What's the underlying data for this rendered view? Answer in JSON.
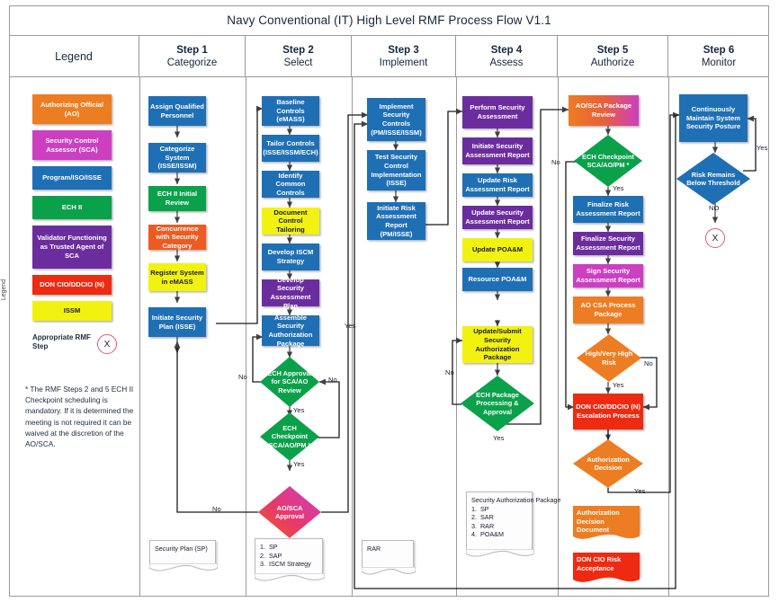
{
  "title": "Navy Conventional (IT) High Level RMF Process Flow V1.1",
  "legend_tab": "Legend",
  "columns": [
    {
      "name": "legend",
      "step": "Legend",
      "sub": ""
    },
    {
      "name": "step1",
      "step": "Step 1",
      "sub": "Categorize"
    },
    {
      "name": "step2",
      "step": "Step 2",
      "sub": "Select"
    },
    {
      "name": "step3",
      "step": "Step 3",
      "sub": "Implement"
    },
    {
      "name": "step4",
      "step": "Step 4",
      "sub": "Assess"
    },
    {
      "name": "step5",
      "step": "Step 5",
      "sub": "Authorize"
    },
    {
      "name": "step6",
      "step": "Step 6",
      "sub": "Monitor"
    }
  ],
  "legend": {
    "items": [
      {
        "label": "Authorizing Official (AO)",
        "color": "#ED7D22"
      },
      {
        "label": "Security Control Assessor (SCA)",
        "color": "#CC3FC1"
      },
      {
        "label": "Program/ISO/ISSE",
        "color": "#1F6FB5"
      },
      {
        "label": "ECH II",
        "color": "#0BA14B"
      },
      {
        "label": "Validator Functioning as Trusted Agent of SCA",
        "color": "#6B2D9E"
      },
      {
        "label": "DON CIO/DDCIO (N)",
        "color": "#EE2A11"
      },
      {
        "label": "ISSM",
        "color": "#F2F211"
      }
    ],
    "rmf_step_label": "Appropriate RMF Step",
    "rmf_step_symbol": "X",
    "note": "* The RMF Steps 2 and 5 ECH II Checkpoint scheduling is mandatory. If it is determined the meeting is not required it can be waived at the discretion of the AO/SCA."
  },
  "step1": {
    "nodes": [
      {
        "label": "Assign Qualified Personnel",
        "color": "#1F6FB5"
      },
      {
        "label": "Categorize System (ISSE/ISSM)",
        "color": "#1F6FB5"
      },
      {
        "label": "ECH II Initial Review",
        "color": "#0BA14B"
      },
      {
        "label": "Concurrence with Security Category",
        "color": "#ED5B22"
      },
      {
        "label": "Register System in eMASS",
        "color": "#F2F211"
      },
      {
        "label": "Initiate Security Plan (ISSE)",
        "color": "#1F6FB5"
      }
    ],
    "document": "Security Plan (SP)"
  },
  "step2": {
    "nodes": [
      {
        "label": "Baseline Controls (eMASS)",
        "color": "#1F6FB5"
      },
      {
        "label": "Tailor Controls (ISSE/ISSM/ECH)",
        "color": "#1F6FB5"
      },
      {
        "label": "Identify Common Controls",
        "color": "#1F6FB5"
      },
      {
        "label": "Document Control Tailoring",
        "color": "#F2F211"
      },
      {
        "label": "Develop ISCM Strategy",
        "color": "#1F6FB5"
      },
      {
        "label": "Develop Security Assessment Plan",
        "color": "#6B2D9E"
      },
      {
        "label": "Assemble Security Authorization Package",
        "color": "#1F6FB5"
      }
    ],
    "decisions": [
      {
        "label": "ECH Approval for SCA/AO Review",
        "color": "#0BA14B"
      },
      {
        "label": "ECH Checkpoint SCA/AO/PM *",
        "color": "#0BA14B"
      },
      {
        "label": "AO/SCA Approval",
        "color": "gradient-pink"
      }
    ],
    "document": "1.  SP\n2.  SAP\n3.  ISCM Strategy"
  },
  "step3": {
    "nodes": [
      {
        "label": "Implement Security Controls (PM/ISSE/ISSM)",
        "color": "#1F6FB5"
      },
      {
        "label": "Test Security Control Implementation (ISSE)",
        "color": "#1F6FB5"
      },
      {
        "label": "Initiate Risk Assessment Report (PM/ISSE)",
        "color": "#1F6FB5"
      }
    ],
    "document": "RAR"
  },
  "step4": {
    "nodes": [
      {
        "label": "Perform Security Assessment",
        "color": "#6B2D9E"
      },
      {
        "label": "Initiate Security Assessment Report",
        "color": "#6B2D9E"
      },
      {
        "label": "Update Risk Assessment Report",
        "color": "#1F6FB5"
      },
      {
        "label": "Update Security Assessment Report",
        "color": "#6B2D9E"
      },
      {
        "label": "Update POA&M",
        "color": "#F2F211"
      },
      {
        "label": "Resource POA&M",
        "color": "#1F6FB5"
      },
      {
        "label": "Update/Submit Security Authorization Package",
        "color": "#F2F211"
      }
    ],
    "decisions": [
      {
        "label": "ECH Package Processing & Approval",
        "color": "#0BA14B"
      }
    ],
    "document": "Security Authorization Package\n1.  SP\n2.  SAR\n3.  RAR\n4.  POA&M"
  },
  "step5": {
    "nodes": [
      {
        "label": "AO/SCA Package Review",
        "color": "gradient-orange-pink"
      },
      {
        "label": "Finalize Risk Assessment Report",
        "color": "#1F6FB5"
      },
      {
        "label": "Finalize Security Assessment Report",
        "color": "#6B2D9E"
      },
      {
        "label": "Sign Security Assessment Report",
        "color": "#CC3FC1"
      },
      {
        "label": "AO CSA Process Package",
        "color": "#ED7D22"
      },
      {
        "label": "DON CIO/DDCIO (N) Escalation Process",
        "color": "#EE2A11"
      }
    ],
    "decisions": [
      {
        "label": "ECH Checkpoint SCA/AO/PM *",
        "color": "#0BA14B"
      },
      {
        "label": "High/Very High Risk",
        "color": "#ED7D22"
      },
      {
        "label": "Authorization Decision",
        "color": "#ED7D22"
      }
    ],
    "documents": [
      {
        "label": "Authorization Decision Document",
        "color": "#ED7D22"
      },
      {
        "label": "DON CIO Risk Acceptance",
        "color": "#EE2A11"
      }
    ]
  },
  "step6": {
    "nodes": [
      {
        "label": "Continuously Maintain System Security Posture",
        "color": "#1F6FB5"
      }
    ],
    "decisions": [
      {
        "label": "Risk Remains Below Threshold",
        "color": "#1F6FB5"
      }
    ],
    "end_symbol": "X"
  },
  "edge_labels": {
    "yes": "Yes",
    "no": "No",
    "no_caps": "NO",
    "yes_s3": "Yes"
  }
}
